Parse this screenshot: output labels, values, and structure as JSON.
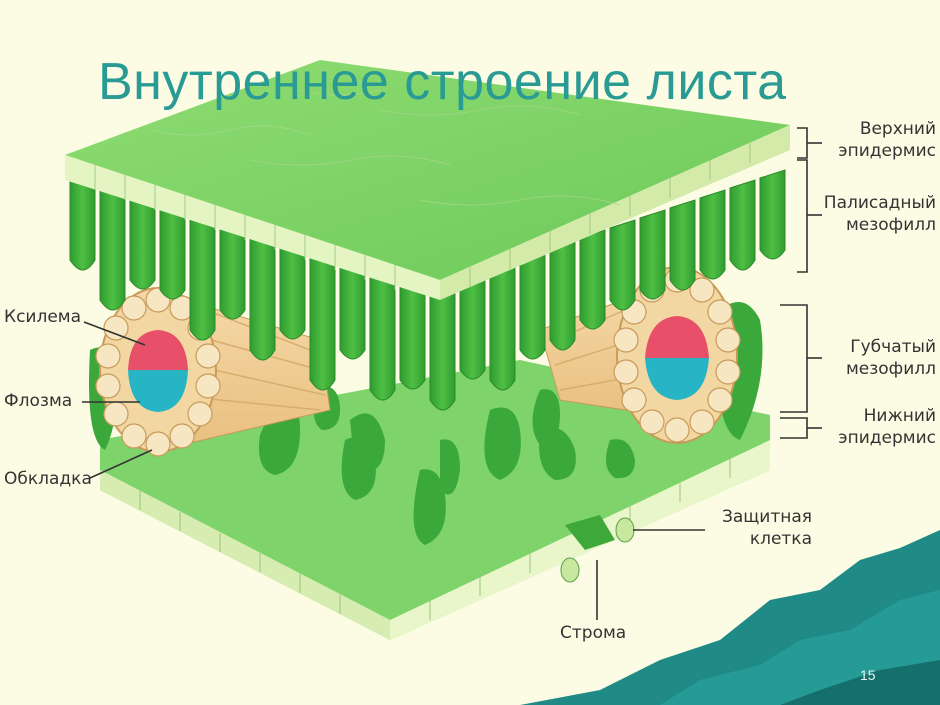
{
  "title": "Внутреннее строение листа",
  "labels": {
    "upper_epidermis_1": "Верхний",
    "upper_epidermis_2": "эпидермис",
    "palisade_1": "Палисадный",
    "palisade_2": "мезофилл",
    "spongy_1": "Губчатый",
    "spongy_2": "мезофилл",
    "lower_epidermis_1": "Нижний",
    "lower_epidermis_2": "эпидермис",
    "xylem": "Ксилема",
    "phloem": "Флозма",
    "sheath": "Обкладка",
    "guard_cell_1": "Защитная",
    "guard_cell_2": "клетка",
    "stoma": "Строма"
  },
  "page_number": "15",
  "colors": {
    "title": "#2a9b94",
    "background": "#fcfce4",
    "leaf_green": "#7ed36a",
    "dark_green": "#2f9c2f",
    "xylem": "#e8506a",
    "phloem": "#27b5c6",
    "sea": "#1f8a86"
  }
}
